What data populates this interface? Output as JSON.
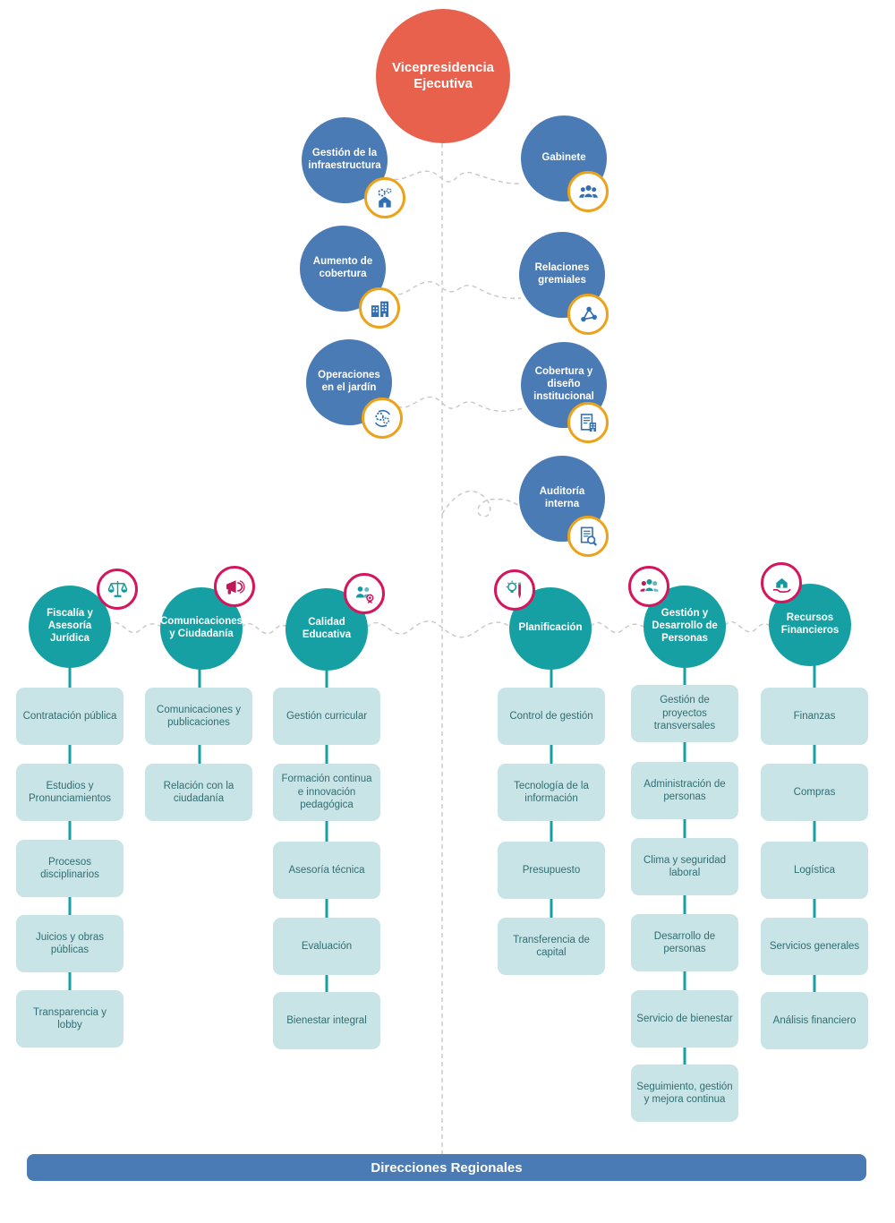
{
  "root_node": {
    "label": "Vicepresidencia Ejecutiva"
  },
  "upper_nodes": [
    {
      "id": "gestion-infraestructura",
      "label": "Gestión de la infraestructura",
      "icon": "gears-house-icon"
    },
    {
      "id": "gabinete",
      "label": "Gabinete",
      "icon": "people-icon"
    },
    {
      "id": "aumento-cobertura",
      "label": "Aumento de cobertura",
      "icon": "building-icon"
    },
    {
      "id": "relaciones-gremiales",
      "label": "Relaciones gremiales",
      "icon": "network-icon"
    },
    {
      "id": "operaciones-jardin",
      "label": "Operaciones en el jardín",
      "icon": "gears-cycle-icon"
    },
    {
      "id": "cobertura-diseno-institucional",
      "label": "Cobertura y diseño institucional",
      "icon": "document-building-icon"
    },
    {
      "id": "auditoria-interna",
      "label": "Auditoría interna",
      "icon": "document-magnifier-icon"
    }
  ],
  "departments": [
    {
      "id": "fiscalia",
      "label": "Fiscalía y Asesoría Jurídica",
      "icon": "scales-icon",
      "units": [
        "Contratación pública",
        "Estudios y Pronunciamientos",
        "Procesos disciplinarios",
        "Juicios y obras públicas",
        "Transparencia y lobby"
      ]
    },
    {
      "id": "comunicaciones",
      "label": "Comunicaciones y Ciudadanía",
      "icon": "megaphone-icon",
      "units": [
        "Comunicaciones y publicaciones",
        "Relación con la ciudadanía"
      ]
    },
    {
      "id": "calidad-educativa",
      "label": "Calidad Educativa",
      "icon": "people-award-icon",
      "units": [
        "Gestión curricular",
        "Formación continua e innovación pedagógica",
        "Asesoría técnica",
        "Evaluación",
        "Bienestar integral"
      ]
    },
    {
      "id": "planificacion",
      "label": "Planificación",
      "icon": "idea-pencil-icon",
      "units": [
        "Control de gestión",
        "Tecnología de la información",
        "Presupuesto",
        "Transferencia de capital"
      ]
    },
    {
      "id": "gestion-desarrollo-personas",
      "label": "Gestión y Desarrollo de Personas",
      "icon": "team-icon",
      "units": [
        "Gestión de proyectos transversales",
        "Administración de personas",
        "Clima y seguridad laboral",
        "Desarrollo de personas",
        "Servicio de bienestar",
        "Seguimiento, gestión y mejora continua"
      ]
    },
    {
      "id": "recursos-financieros",
      "label": "Recursos Financieros",
      "icon": "hand-house-icon",
      "units": [
        "Finanzas",
        "Compras",
        "Logística",
        "Servicios generales",
        "Análisis financiero"
      ]
    }
  ],
  "footer": {
    "label": "Direcciones Regionales"
  },
  "colors": {
    "root_circle": "#E8614D",
    "upper_circle": "#4A7BB5",
    "department_circle": "#16A0A3",
    "unit_box": "#C9E4E6",
    "unit_text": "#2F6E72",
    "badge_border_orange": "#ECA31C",
    "badge_border_pink": "#D4165C",
    "connector_dashed": "#C7C7C7",
    "footer_bar": "#4A7BB5"
  }
}
